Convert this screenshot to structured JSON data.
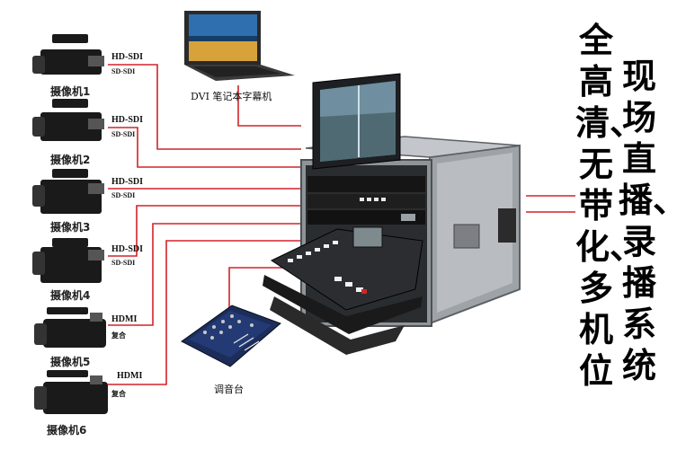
{
  "cameras": [
    {
      "label": "摄像机1",
      "signal_primary": "HD-SDI",
      "signal_secondary": "SD-SDI"
    },
    {
      "label": "摄像机2",
      "signal_primary": "HD-SDI",
      "signal_secondary": "SD-SDI"
    },
    {
      "label": "摄像机3",
      "signal_primary": "HD-SDI",
      "signal_secondary": "SD-SDI"
    },
    {
      "label": "摄像机4",
      "signal_primary": "HD-SDI",
      "signal_secondary": "SD-SDI"
    },
    {
      "label": "摄像机5",
      "signal_primary": "HDMI",
      "signal_secondary": "复合"
    },
    {
      "label": "摄像机6",
      "signal_primary": "HDMI",
      "signal_secondary": "复合"
    }
  ],
  "laptop": {
    "label": "DVI 笔记本字幕机"
  },
  "mixer": {
    "label": "调音台"
  },
  "slogan": {
    "column_left": "全高清、无带化、多机位",
    "column_right": "现场直播、录播系统"
  },
  "colors": {
    "cable": "#d2232a",
    "case_frame": "#b8bcc0",
    "case_edge": "#6f7478",
    "dark": "#1a1a1a"
  }
}
